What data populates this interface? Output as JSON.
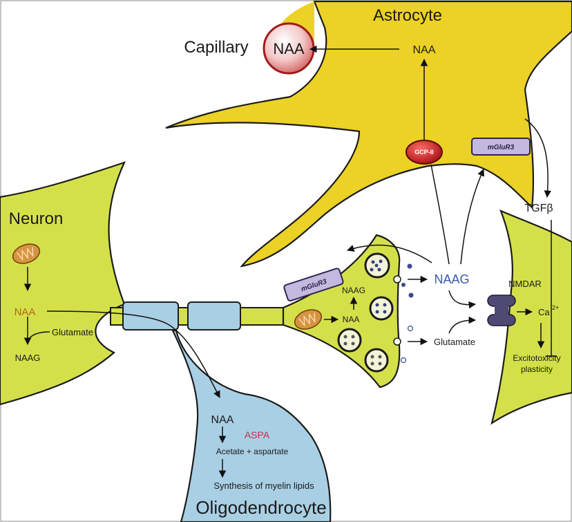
{
  "labels": {
    "astrocyte": "Astrocyte",
    "capillary": "Capillary",
    "neuron": "Neuron",
    "oligodendrocyte": "Oligodendrocyte"
  },
  "molecules": {
    "naa_capillary": "NAA",
    "naa_astrocyte": "NAA",
    "gcp2": "GCP-II",
    "mglur3_astro": "mGluR3",
    "mglur3_terminal": "mGluR3",
    "tgfb": "TGFβ",
    "naa_neuron": "NAA",
    "glutamate_neuron": "Glutamate",
    "naag_neuron": "NAAG",
    "naag_terminal": "NAAG",
    "naa_terminal": "NAA",
    "naag_synapse": "NAAG",
    "glutamate_synapse": "Glutamate",
    "nmdar": "NMDAR",
    "ca": "Ca",
    "ca_sup": "2+",
    "excitotoxicity": "Excitotoxicity",
    "plasticity": "plasticity",
    "naa_oligo": "NAA",
    "aspa": "ASPA",
    "acetate": "Acetate + aspartate",
    "myelin": "Synthesis of myelin lipids"
  },
  "colors": {
    "cell_green": "#d4e04a",
    "astrocyte_yellow": "#ecd126",
    "oligo_blue": "#a9cfe4",
    "gcp_red": "#cc1b1b",
    "receptor_purple": "#c3b8dd",
    "nmdar_purple": "#4f4a73",
    "mito_orange": "#d79440"
  }
}
